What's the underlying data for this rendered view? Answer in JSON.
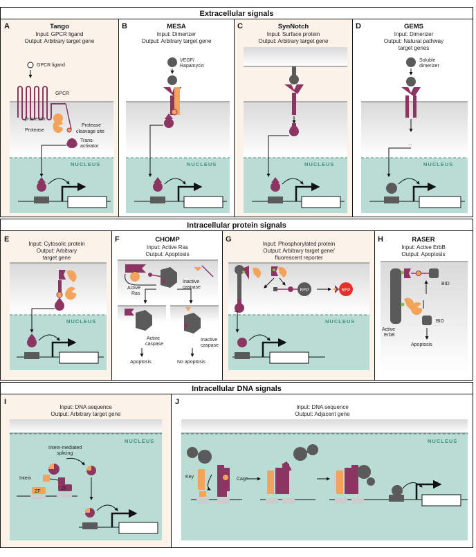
{
  "sections": {
    "extracellular": "Extracellular signals",
    "intracellular_protein": "Intracellular protein signals",
    "intracellular_dna": "Intracellular DNA signals"
  },
  "nucleus_label": "NUCLEUS",
  "colors": {
    "plum": "#8d3562",
    "orange": "#f4a35a",
    "grey": "#5a5a5a",
    "nucleus": "#b9dcd4",
    "cyto": "#e6e6e6",
    "panel_tint": "#fbf3ea",
    "rfp": "#e8302a",
    "green": "#7fc241"
  },
  "panels": {
    "A": {
      "letter": "A",
      "title": "Tango",
      "input": "Input: GPCR ligand",
      "output": "Output: Arbitrary target gene",
      "labels": {
        "ligand": "GPCR ligand",
        "gpcr": "GPCR",
        "arrestin": "β-arrestin",
        "protease": "Protease",
        "cleave1": "Protease",
        "cleave2": "cleavage site",
        "trans1": "Trans-",
        "trans2": "activator"
      }
    },
    "B": {
      "letter": "B",
      "title": "MESA",
      "input": "Input: Dimerizer",
      "output": "Output: Arbitrary target gene",
      "labels": {
        "dim1": "VEGF/",
        "dim2": "Rapamycin"
      }
    },
    "C": {
      "letter": "C",
      "title": "SynNotch",
      "input": "Input: Surface protein",
      "output": "Output: Arbitrary target gene"
    },
    "D": {
      "letter": "D",
      "title": "GEMS",
      "input": "Input: Dimerizer",
      "output1": "Output: Natural pathway",
      "output2": "target genes",
      "labels": {
        "sol1": "Soluble",
        "sol2": "dimerizer",
        "dots": "..."
      }
    },
    "E": {
      "letter": "E",
      "input": "Input: Cytosolic protein",
      "output1": "Output: Arbitrary",
      "output2": "target gene"
    },
    "F": {
      "letter": "F",
      "title": "CHOMP",
      "input": "Input: Active Ras",
      "output": "Output: Apoptosis",
      "labels": {
        "ras1": "Active",
        "ras2": "Ras",
        "inact1": "Inactive",
        "inact2": "caspase",
        "act1": "Active",
        "act2": "caspase",
        "inact3": "Inactive",
        "inact4": "caspase",
        "apop": "Apoptosis",
        "noapop": "No apoptosis"
      }
    },
    "G": {
      "letter": "G",
      "input": "Input: Phosphorylated protein",
      "output1": "Output: Arbitrary target gene/",
      "output2": "fluorescent reporter",
      "labels": {
        "rfp": "RFP"
      }
    },
    "H": {
      "letter": "H",
      "title": "RASER",
      "input": "Input: Active ErbB",
      "output": "Output: Apoptosis",
      "labels": {
        "bid": "BID",
        "bid2": "BID",
        "erbb1": "Active",
        "erbb2": "ErbB",
        "apop": "Apoptosis"
      }
    },
    "I": {
      "letter": "I",
      "input": "Input: DNA sequence",
      "output": "Output: Arbitrary target gene",
      "labels": {
        "splice1": "Intein-mediated",
        "splice2": "splicing",
        "intein": "Intein",
        "zf": "ZF"
      }
    },
    "J": {
      "letter": "J",
      "input": "Input: DNA sequence",
      "output": "Output: Adjacent gene",
      "labels": {
        "key": "Key",
        "cage": "Cage"
      }
    }
  }
}
